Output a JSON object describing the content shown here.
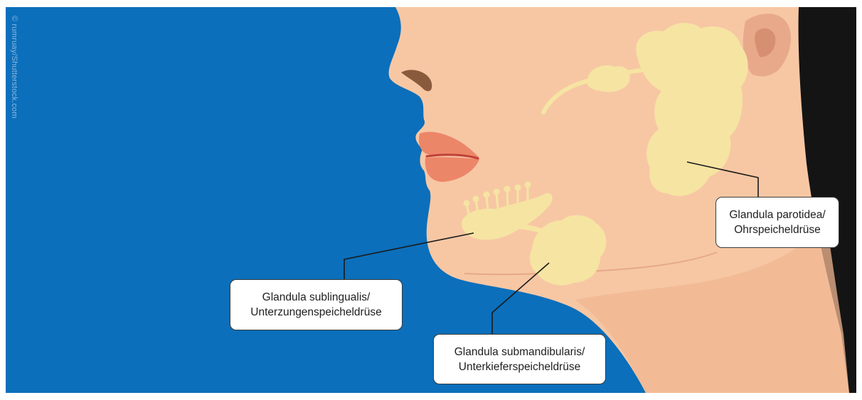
{
  "credit": "© rumruay/Shutterstock.com",
  "labels": {
    "sublingual": {
      "line1": "Glandula sublingualis/",
      "line2": "Unterzungenspeicheldrüse"
    },
    "submandibular": {
      "line1": "Glandula submandibularis/",
      "line2": "Unterkieferspeicheldrüse"
    },
    "parotid": {
      "line1": "Glandula parotidea/",
      "line2": "Ohrspeicheldrüse"
    }
  },
  "colors": {
    "background": "#0b6fbb",
    "skin": "#f7c7a4",
    "skin_shadow": "#f0b792",
    "gland": "#f6e4a2",
    "lips": "#ec8668",
    "nostril": "#8a5a3c",
    "hair": "#141414",
    "ear": "#e8a98a"
  }
}
